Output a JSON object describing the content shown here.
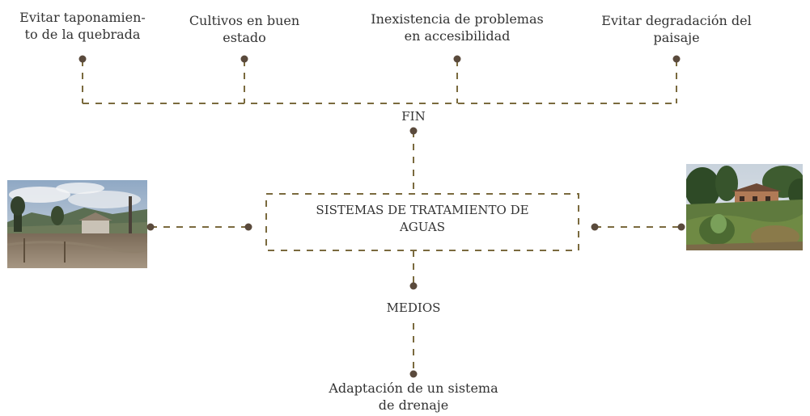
{
  "fin_effects": [
    {
      "line1": "Evitar taponamien-",
      "line2": "to de la quebrada"
    },
    {
      "line1": "Cultivos en buen",
      "line2": "estado"
    },
    {
      "line1": "Inexistencia de problemas",
      "line2": "en accesibilidad"
    },
    {
      "line1": "Evitar degradación del",
      "line2": "paisaje"
    }
  ],
  "fin_label": "FIN",
  "central_box": {
    "line1": "SISTEMAS DE TRATAMIENTO DE",
    "line2": "AGUAS"
  },
  "medios_label": "MEDIOS",
  "medio_item": {
    "line1": "Adaptación de un sistema",
    "line2": "de drenaje"
  },
  "colors": {
    "connector": "#7a6a3e",
    "node": "#5a4a3c",
    "text": "#333333"
  }
}
